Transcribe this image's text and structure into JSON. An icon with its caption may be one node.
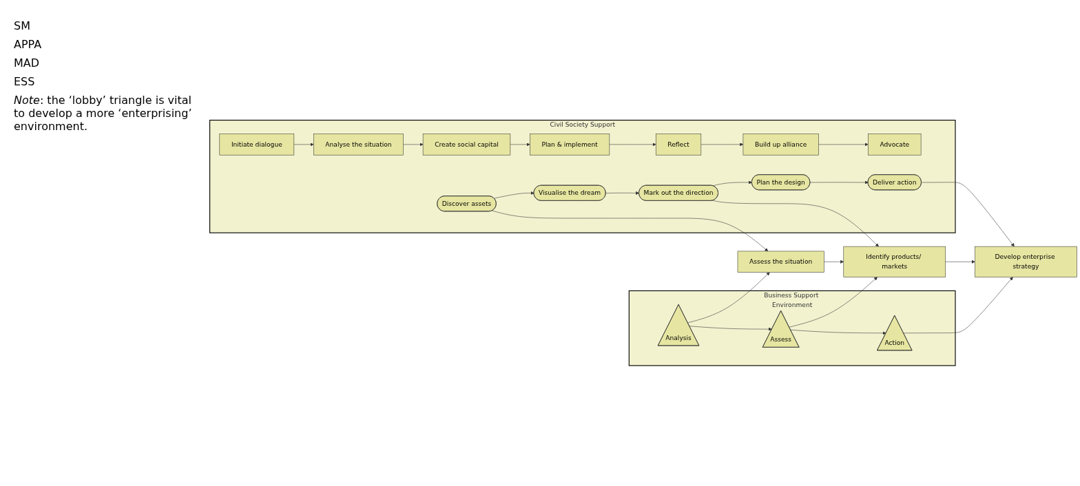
{
  "diagram": {
    "nodes": [
      {
        "text": [
          "Civil Society Support"
        ]
      },
      {
        "text": [
          "Initiate dialogue"
        ],
        "in": 0
      },
      {
        "text": [
          "Analyse the situation"
        ],
        "in": 0
      },
      {
        "text": [
          "Create social capital"
        ],
        "in": 0
      },
      {
        "text": [
          "Plan & implement"
        ],
        "in": 0
      },
      {
        "text": [
          "Reflect"
        ],
        "in": 0
      },
      {
        "text": [
          "Build up alliance"
        ],
        "in": 0
      },
      {
        "text": [
          "Advocate"
        ],
        "in": 0
      },
      {
        "text": [
          "Discover assets"
        ],
        "in": 0
      },
      {
        "text": [
          "Visualise the dream"
        ],
        "in": 0
      },
      {
        "text": [
          "Mark out the direction"
        ],
        "in": 0
      },
      {
        "text": [
          "Plan the design"
        ],
        "in": 0
      },
      {
        "text": [
          "Deliver action"
        ],
        "in": 0
      },
      {
        "text": [
          "Assess the situation"
        ]
      },
      {
        "text": [
          "Identify products/ markets"
        ]
      },
      {
        "text": [
          "Develop enterprise strategy"
        ]
      },
      {
        "text": [
          "Business Support Environment"
        ]
      },
      {
        "text": [
          "Analysis"
        ],
        "in": 16
      },
      {
        "text": [
          "Assess"
        ],
        "in": 16
      },
      {
        "text": [
          "Action"
        ],
        "in": 16
      }
    ],
    "edges": [
      {
        "from": 1,
        "to": 2,
        "arrow": "to"
      },
      {
        "from": 2,
        "to": 3,
        "arrow": "to"
      },
      {
        "from": 3,
        "to": 4,
        "arrow": "to"
      },
      {
        "from": 4,
        "to": 5,
        "arrow": "to"
      },
      {
        "from": 5,
        "to": 6,
        "arrow": "to"
      },
      {
        "from": 6,
        "to": 7,
        "arrow": "to"
      },
      {
        "from": 8,
        "to": 9,
        "arrow": "to"
      },
      {
        "from": 9,
        "to": 10,
        "arrow": "to"
      },
      {
        "from": 10,
        "to": 11,
        "arrow": "to"
      },
      {
        "from": 11,
        "to": 12,
        "arrow": "to"
      },
      {
        "from": 8,
        "to": 13,
        "arrow": "to"
      },
      {
        "from": 10,
        "to": 14,
        "arrow": "to"
      },
      {
        "from": 12,
        "to": 15,
        "arrow": "to"
      },
      {
        "from": 13,
        "to": 14,
        "arrow": "to"
      },
      {
        "from": 14,
        "to": 15,
        "arrow": "to"
      },
      {
        "from": 17,
        "to": 13,
        "arrow": "to"
      },
      {
        "from": 18,
        "to": 14,
        "arrow": "to"
      },
      {
        "from": 19,
        "to": 15,
        "arrow": "to"
      },
      {
        "from": 17,
        "to": 18,
        "arrow": "to"
      },
      {
        "from": 18,
        "to": 19,
        "arrow": "to"
      }
    ],
    "labels": [
      "SM",
      "APPA",
      "MAD",
      "ESS",
      "*Note*: the ‘lobby’ triangle is vital to develop a more ‘enterprising’ environment."
    ]
  }
}
